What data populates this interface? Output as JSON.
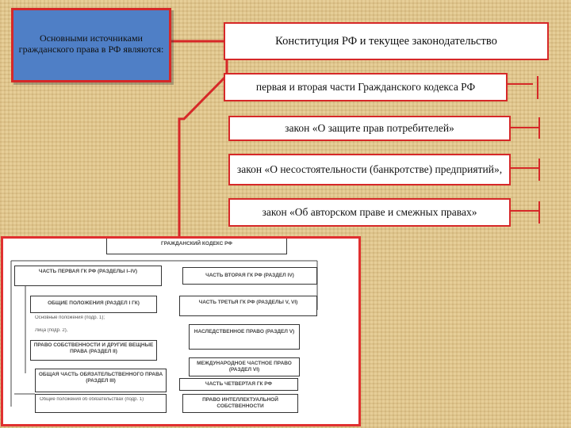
{
  "intro": "Основными источниками гражданского права в РФ являются:",
  "sources": [
    "Конституция РФ и текущее законодательство",
    "первая и вторая части Гражданского кодекса РФ",
    "закон «О защите прав потребителей»",
    "закон «О несостоятельности (банкротстве) предприятий»,",
    "закон «Об авторском праве и смежных правах»"
  ],
  "embedded_scheme": {
    "title": "ГРАЖДАНСКИЙ КОДЕКС РФ",
    "part1": "ЧАСТЬ ПЕРВАЯ ГК РФ (РАЗДЕЛЫ I–IV)",
    "part2": "ЧАСТЬ ВТОРАЯ ГК РФ (РАЗДЕЛ IV)",
    "general": "ОБЩИЕ ПОЛОЖЕНИЯ (РАЗДЕЛ I ГК)",
    "general_note1": "Основные положения (подр. 1);",
    "general_note2": "Лица (подр. 2),",
    "property": "ПРАВО СОБСТВЕННОСТИ И ДРУГИЕ ВЕЩНЫЕ ПРАВА (РАЗДЕЛ II)",
    "obligations": "ОБЩАЯ ЧАСТЬ ОБЯЗАТЕЛЬСТВЕННОГО ПРАВА (РАЗДЕЛ III)",
    "obligations_note": "Общие положения об обязательствах (подр. 1)",
    "part3": "ЧАСТЬ ТРЕТЬЯ ГК РФ (РАЗДЕЛЫ V, VI)",
    "inheritance": "НАСЛЕДСТВЕННОЕ ПРАВО (РАЗДЕЛ V)",
    "intl": "МЕЖДУНАРОДНОЕ ЧАСТНОЕ ПРАВО (РАЗДЕЛ VI)",
    "part4": "ЧАСТЬ ЧЕТВЕРТАЯ ГК РФ",
    "ip": "ПРАВО ИНТЕЛЛЕКТУАЛЬНОЙ СОБСТВЕННОСТИ"
  }
}
